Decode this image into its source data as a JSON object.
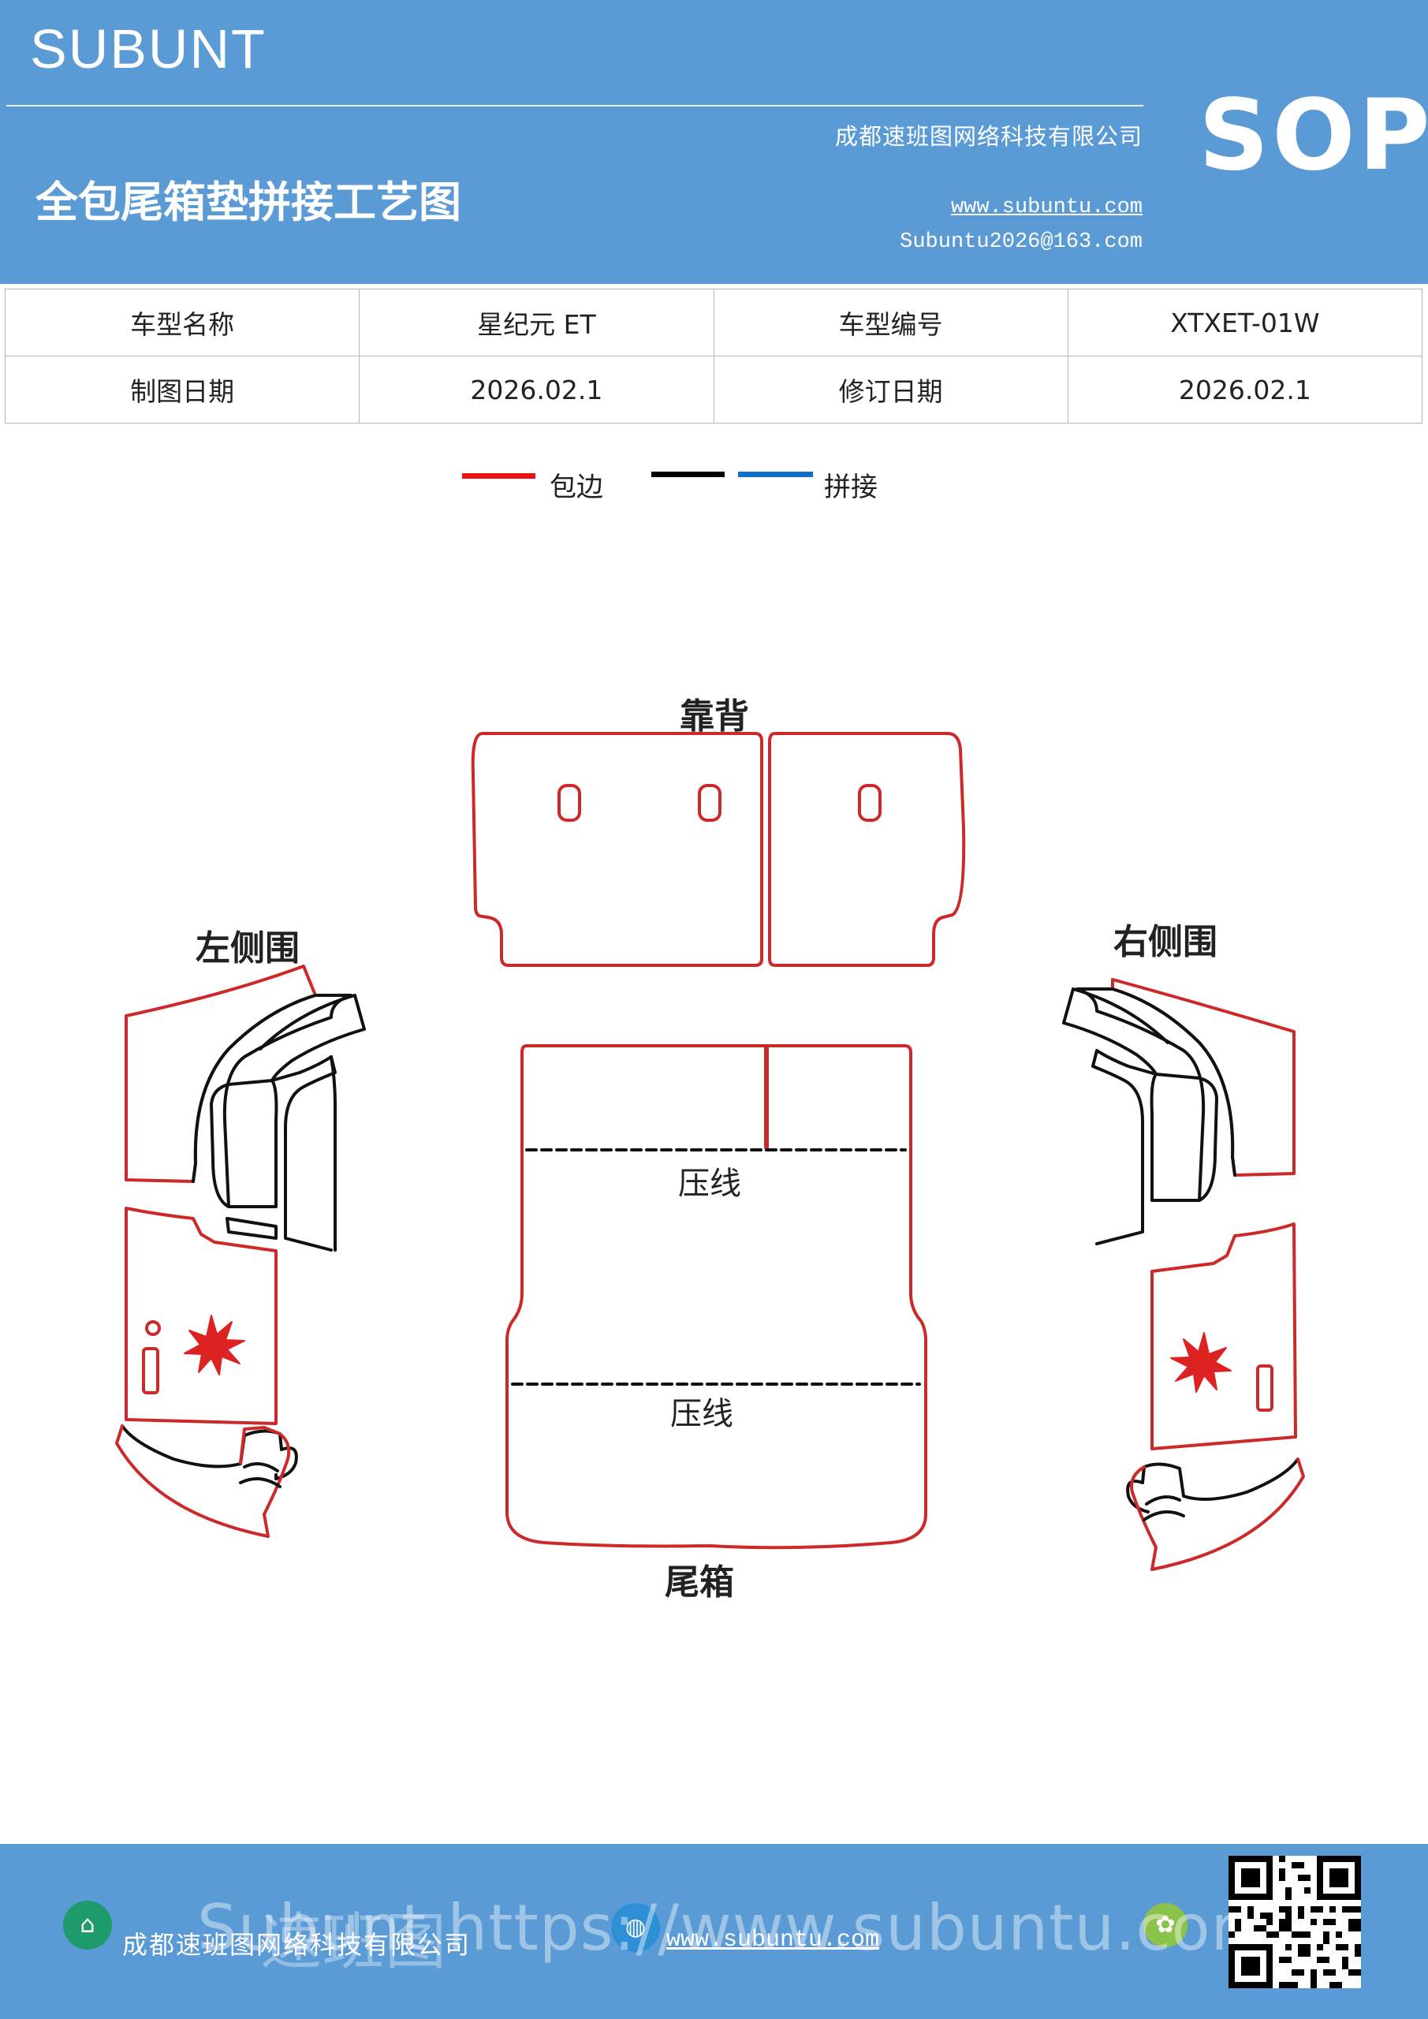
{
  "header": {
    "brand": "SUBUNT",
    "title": "全包尾箱垫拼接工艺图",
    "company": "成都速班图网络科技有限公司",
    "website": "www.subuntu.com",
    "email": "Subuntu2026@163.com",
    "badge": "SOP"
  },
  "info_table": {
    "rows": [
      {
        "label1": "车型名称",
        "value1": "星纪元  ET",
        "label2": "车型编号",
        "value2": "XTXET-01W"
      },
      {
        "label1": "制图日期",
        "value1": "2026.02.1",
        "label2": "修订日期",
        "value2": "2026.02.1"
      }
    ]
  },
  "legend": {
    "items": [
      {
        "label": "包边",
        "color": "#ee1111"
      },
      {
        "label": "",
        "color": "#000000"
      },
      {
        "label": "拼接",
        "color": "#1170c8"
      }
    ]
  },
  "diagram": {
    "outline_color": "#cc2a2a",
    "labels": {
      "backrest": "靠背",
      "left_side": "左侧围",
      "right_side": "右侧围",
      "press_line_1": "压线",
      "press_line_2": "压线",
      "trunk": "尾箱"
    }
  },
  "footer": {
    "company": "成都速班图网络科技有限公司",
    "website": "www.subuntu.com",
    "watermark": "Subunt https://www.subuntu.com",
    "watermark_overlay": "速班图"
  }
}
